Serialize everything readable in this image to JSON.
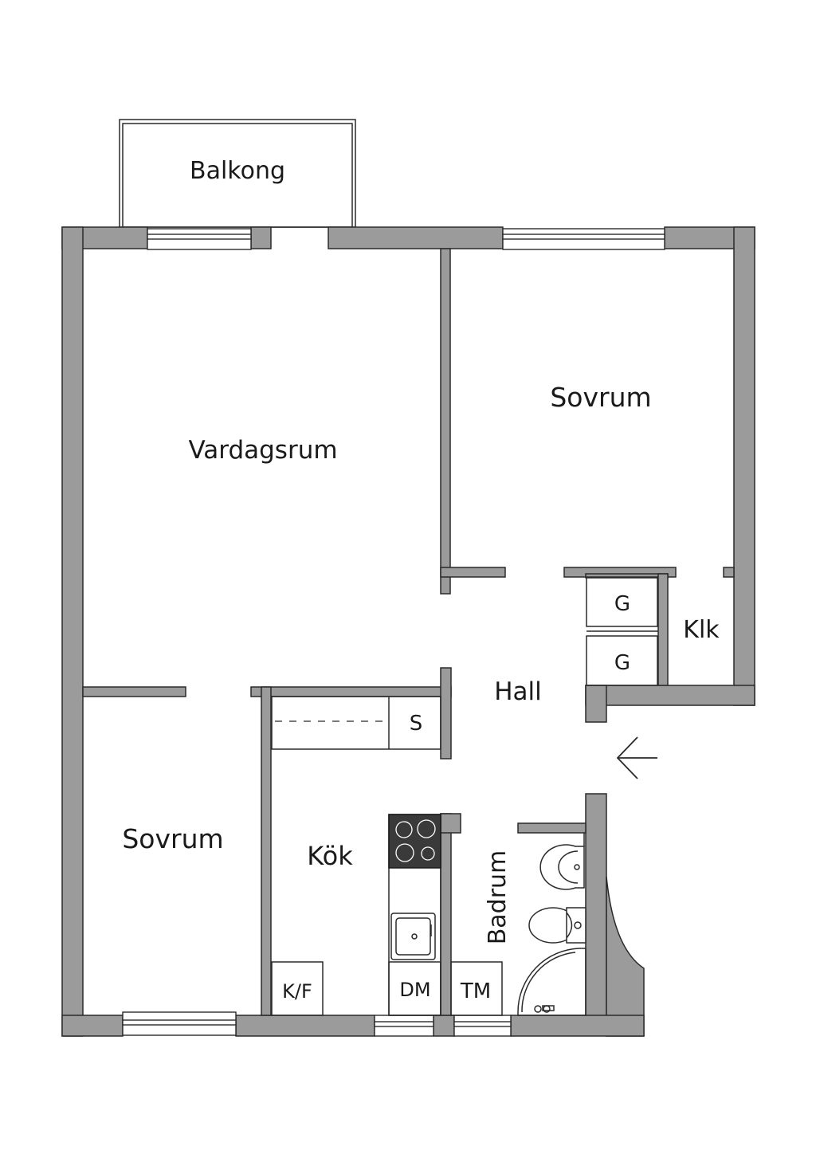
{
  "rooms": {
    "balkong": "Balkong",
    "vardagsrum": "Vardagsrum",
    "sovrum_upper": "Sovrum",
    "sovrum_lower": "Sovrum",
    "hall": "Hall",
    "kok": "Kök",
    "badrum": "Badrum",
    "klk": "Klk"
  },
  "fixtures": {
    "garderob_1": "G",
    "garderob_2": "G",
    "storage": "S",
    "fridge_freezer": "K/F",
    "dishwasher": "DM",
    "washing_machine": "TM"
  },
  "colors": {
    "wall": "#9b9b9b",
    "line": "#2a2a2a",
    "background": "#ffffff"
  },
  "icons": {
    "entrance": "entrance-arrow-icon",
    "stove": "stove-icon",
    "sink": "kitchen-sink-icon",
    "basin": "wash-basin-icon",
    "toilet": "toilet-icon",
    "shower": "shower-icon"
  }
}
